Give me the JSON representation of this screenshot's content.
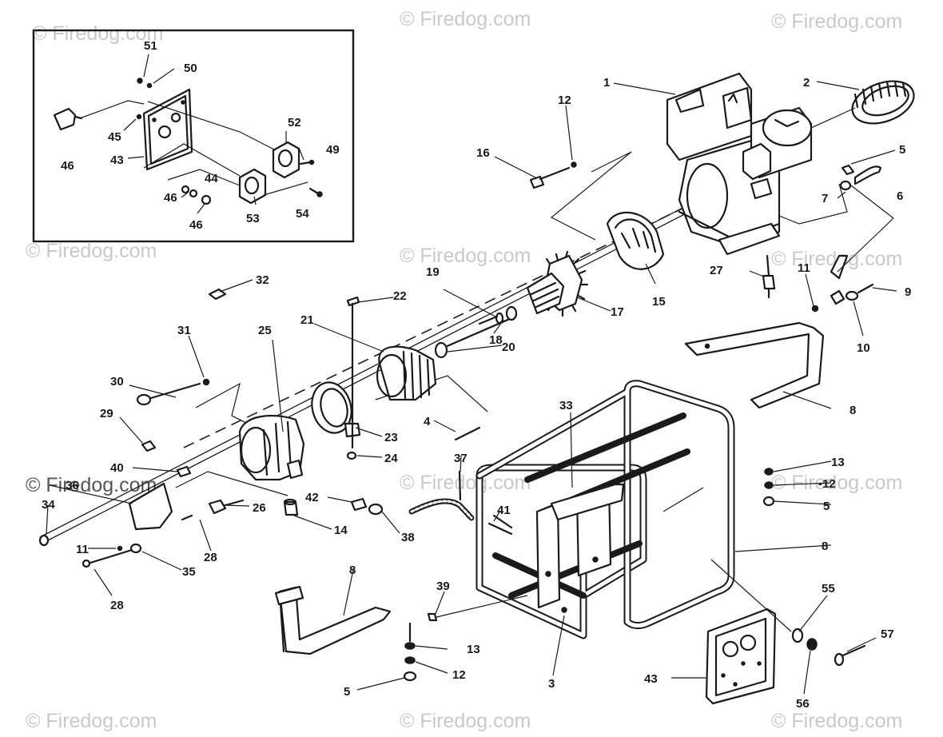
{
  "watermark": "© Firedog.com",
  "callouts": {
    "c1": "1",
    "c2": "2",
    "c3": "3",
    "c4": "4",
    "c5a": "5",
    "c5b": "5",
    "c5c": "5",
    "c6": "6",
    "c7": "7",
    "c8a": "8",
    "c8b": "8",
    "c8c": "8",
    "c9": "9",
    "c10": "10",
    "c11a": "11",
    "c11b": "11",
    "c12a": "12",
    "c12b": "-12",
    "c12c": "12",
    "c13a": "13",
    "c13b": "13",
    "c14": "14",
    "c15": "15",
    "c16": "16",
    "c17": "17",
    "c18": "18",
    "c19": "19",
    "c20": "20",
    "c21": "21",
    "c22": "22",
    "c23": "23",
    "c24": "24",
    "c25": "25",
    "c26": "26",
    "c27": "27",
    "c28a": "28",
    "c28b": "28",
    "c29": "29",
    "c30": "30",
    "c31": "31",
    "c32": "32",
    "c33": "33",
    "c34": "34",
    "c35": "35",
    "c36": "36",
    "c37": "37",
    "c38": "38",
    "c39": "39",
    "c40": "40",
    "c41": "41",
    "c42": "42",
    "c43a": "43",
    "c43b": "43",
    "c44": "44",
    "c45": "45",
    "c46a": "46",
    "c46b": "46",
    "c46c": "46",
    "c49": "49",
    "c50": "50",
    "c51": "51",
    "c52": "52",
    "c53": "53",
    "c54": "54",
    "c55": "55",
    "c56": "56",
    "c57": "57"
  }
}
